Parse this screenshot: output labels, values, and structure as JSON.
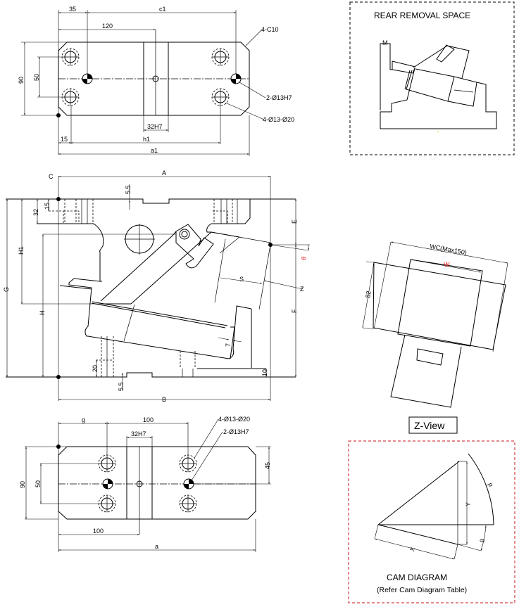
{
  "top_view": {
    "dims": {
      "d35": "35",
      "c1": "c1",
      "d120": "120",
      "d90": "90",
      "d50": "50",
      "d32h7": "32H7",
      "d15": "15",
      "h1": "h1",
      "a1": "a1"
    },
    "callouts": {
      "chamfer": "4-C10",
      "pin_holes": "2-Ø13H7",
      "bolt_holes": "4-Ø13-Ø20"
    }
  },
  "rear_removal": {
    "title": "REAR REMOVAL SPACE",
    "m_label": "M"
  },
  "front_view": {
    "dims": {
      "A": "A",
      "B": "B",
      "C": "C",
      "G": "G",
      "H": "H",
      "H1": "H1",
      "E": "E",
      "F": "F",
      "S": "S",
      "Z": "Z",
      "theta": "θ",
      "d5_5_top": "5.5",
      "d5_5_bottom": "5.5",
      "d32": "32",
      "d15": "15",
      "d20": "20",
      "d10": "10",
      "d7": "7"
    },
    "theta_color": "#e8141c"
  },
  "z_view": {
    "label": "Z-View",
    "wc": "WC(Max150)",
    "w": "W",
    "d82": "82",
    "w_color": "#e8141c"
  },
  "bottom_view": {
    "dims": {
      "g": "g",
      "d100_top": "100",
      "d32h7": "32H7",
      "d90": "90",
      "d50": "50",
      "d45": "45",
      "d100_bottom": "100",
      "a": "a"
    },
    "callouts": {
      "bolt_holes": "4-Ø13-Ø20",
      "pin_holes": "2-Ø13H7"
    }
  },
  "cam_diagram": {
    "title": "CAM DIAGRAM",
    "subtitle": "(Refer Cam Diagram Table)",
    "labels": {
      "x": "X",
      "y": "Y",
      "theta": "θ",
      "p": "p"
    },
    "frame_color": "#c8141c"
  }
}
